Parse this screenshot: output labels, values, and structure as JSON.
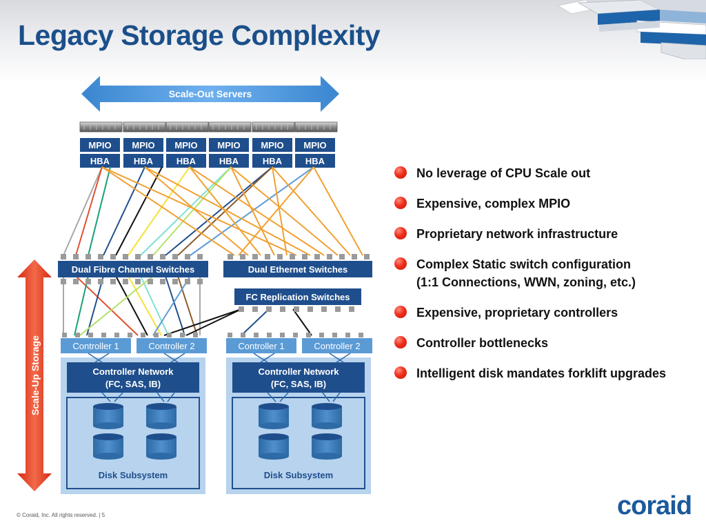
{
  "slide": {
    "title": "Legacy Storage Complexity",
    "footer_text": "© Coraid, Inc. All rights reserved.  |   5",
    "logo_text": "coraid"
  },
  "diagram": {
    "scale_out_label": "Scale-Out Servers",
    "scale_up_label": "Scale-Up Storage",
    "servers": [
      {
        "mpio": "MPIO",
        "hba": "HBA"
      },
      {
        "mpio": "MPIO",
        "hba": "HBA"
      },
      {
        "mpio": "MPIO",
        "hba": "HBA"
      },
      {
        "mpio": "MPIO",
        "hba": "HBA"
      },
      {
        "mpio": "MPIO",
        "hba": "HBA"
      },
      {
        "mpio": "MPIO",
        "hba": "HBA"
      }
    ],
    "fc_switches_label": "Dual Fibre Channel Switches",
    "eth_switches_label": "Dual Ethernet Switches",
    "fc_replication_label": "FC Replication Switches",
    "arrays": [
      {
        "controllers": [
          "Controller 1",
          "Controller 2"
        ],
        "network_line1": "Controller Network",
        "network_line2": "(FC, SAS, IB)",
        "disk_label": "Disk Subsystem"
      },
      {
        "controllers": [
          "Controller 1",
          "Controller 2"
        ],
        "network_line1": "Controller Network",
        "network_line2": "(FC, SAS, IB)",
        "disk_label": "Disk Subsystem"
      }
    ]
  },
  "bullets": [
    {
      "lines": [
        "No leverage of CPU Scale out"
      ]
    },
    {
      "lines": [
        "Expensive, complex MPIO"
      ]
    },
    {
      "lines": [
        "Proprietary network infrastructure"
      ]
    },
    {
      "lines": [
        "Complex  Static switch configuration",
        "(1:1 Connections, WWN, zoning, etc.)"
      ]
    },
    {
      "lines": [
        "Expensive, proprietary controllers"
      ]
    },
    {
      "lines": [
        "Controller bottlenecks"
      ]
    },
    {
      "lines": [
        "Intelligent disk mandates forklift upgrades"
      ]
    }
  ],
  "colors": {
    "title": "#1b4f8a",
    "dark_blue": "#1f4e8c",
    "light_blue": "#5b9bd5",
    "panel_blue": "#b7d3ee",
    "arrow_blue": "#3a86d0",
    "arrow_red": "#e8391f",
    "bullet_red": "#e8291c",
    "cable_orange": "#f0a030"
  }
}
